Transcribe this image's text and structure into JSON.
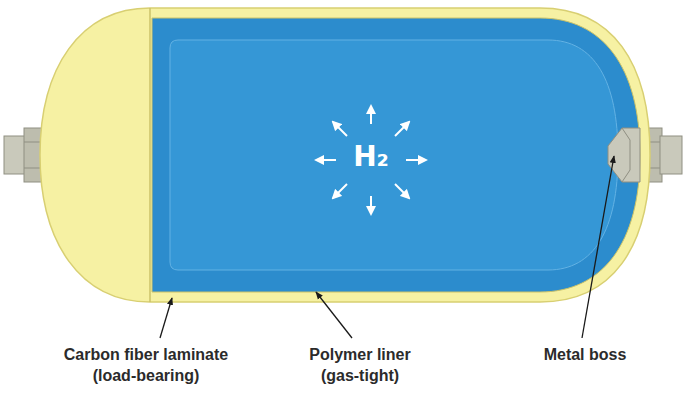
{
  "diagram": {
    "labels": [
      "H₂",
      "Carbon fiber laminate (load-bearing)",
      "Polymer liner (gas-tight)",
      "Metal boss"
    ]
  }
}
